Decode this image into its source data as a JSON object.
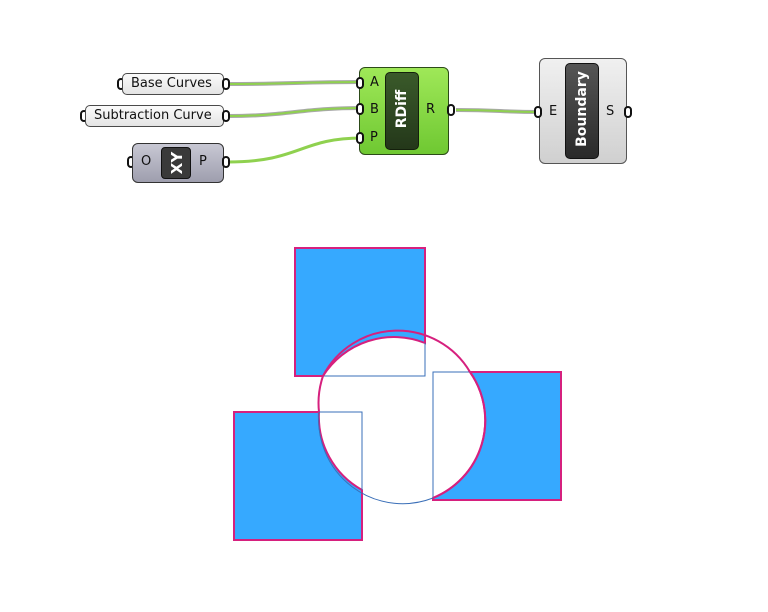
{
  "nodes": {
    "base_curves": {
      "label": "Base Curves"
    },
    "subtraction_curve": {
      "label": "Subtraction Curve"
    },
    "xy_plane": {
      "title": "XY",
      "input": "O",
      "output": "P"
    },
    "rdiff": {
      "title": "RDiff",
      "inputs": [
        "A",
        "B",
        "P"
      ],
      "output": "R"
    },
    "boundary": {
      "title": "Boundary",
      "input": "E",
      "output": "S"
    }
  },
  "colors": {
    "fill": "#36a9ff",
    "edge": "#d6207e",
    "wire": "#8fd14f",
    "component_active": "#8ee04a",
    "component_idle": "#dedede"
  }
}
